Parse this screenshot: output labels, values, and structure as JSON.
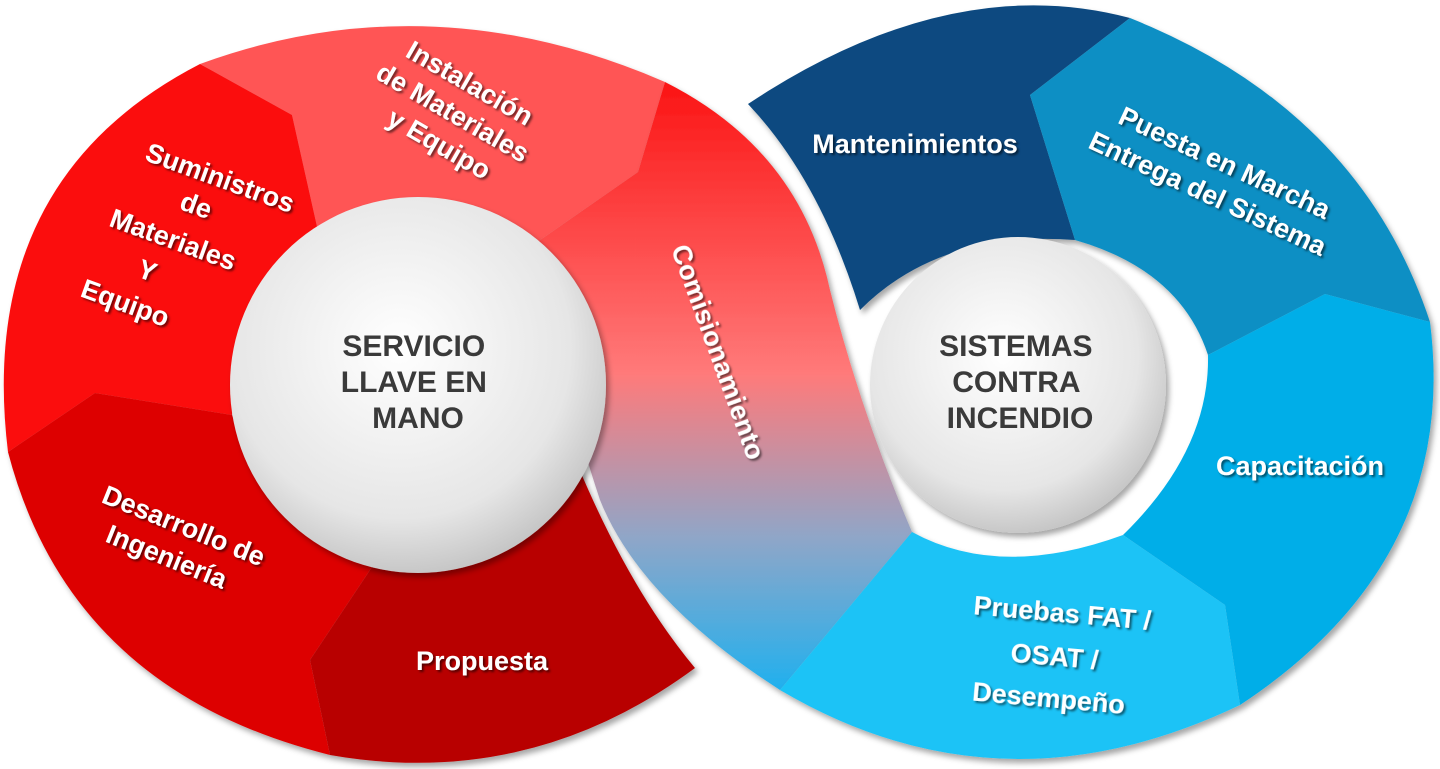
{
  "left_cycle": {
    "hub": [
      "SERVICIO",
      "LLAVE EN",
      "MANO"
    ],
    "segments": {
      "instalacion": [
        "Instalación",
        "de Materiales",
        "y Equipo"
      ],
      "suministros": [
        "Suministros",
        "de",
        "Materiales",
        "Y",
        "Equipo"
      ],
      "desarrollo": [
        "Desarrollo de",
        "Ingeniería"
      ],
      "propuesta": [
        "Propuesta"
      ],
      "comisionamiento": [
        "Comisionamiento"
      ]
    },
    "colors": {
      "instalacion": "#ff5555",
      "suministros": "#fb0d0d",
      "desarrollo": "#dd0000",
      "propuesta": "#b80000"
    }
  },
  "right_cycle": {
    "hub": [
      "SISTEMAS",
      "CONTRA",
      "INCENDIO"
    ],
    "segments": {
      "mantenimientos": [
        "Mantenimientos"
      ],
      "puesta": [
        "Puesta en Marcha",
        "Entrega del Sistema"
      ],
      "capacitacion": [
        "Capacitación"
      ],
      "pruebas": [
        "Pruebas FAT /",
        "OSAT /",
        "Desempeño"
      ]
    },
    "colors": {
      "mantenimientos": "#0a4a80",
      "puesta": "#0a8fc4",
      "capacitacion": "#00aee8",
      "pruebas": "#1ec3f6"
    }
  }
}
